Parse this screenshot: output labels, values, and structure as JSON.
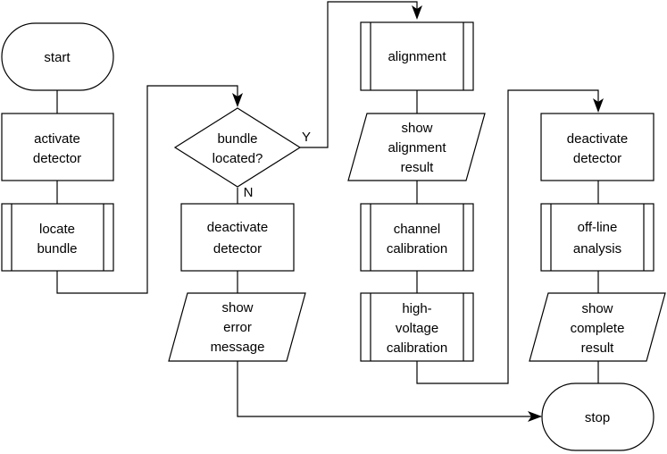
{
  "nodes": {
    "start": [
      "start"
    ],
    "activate_detector": [
      "activate",
      "detector"
    ],
    "locate_bundle": [
      "locate",
      "bundle"
    ],
    "bundle_located": [
      "bundle",
      "located?"
    ],
    "deactivate_detector_1": [
      "deactivate",
      "detector"
    ],
    "show_error_message": [
      "show",
      "error",
      "message"
    ],
    "alignment": [
      "alignment"
    ],
    "show_alignment_result": [
      "show",
      "alignment",
      "result"
    ],
    "channel_calibration": [
      "channel",
      "calibration"
    ],
    "high_voltage_calibration": [
      "high-",
      "voltage",
      "calibration"
    ],
    "deactivate_detector_2": [
      "deactivate",
      "detector"
    ],
    "off_line_analysis": [
      "off-line",
      "analysis"
    ],
    "show_complete_result": [
      "show",
      "complete",
      "result"
    ],
    "stop": [
      "stop"
    ]
  },
  "edge_labels": {
    "yes": "Y",
    "no": "N"
  }
}
